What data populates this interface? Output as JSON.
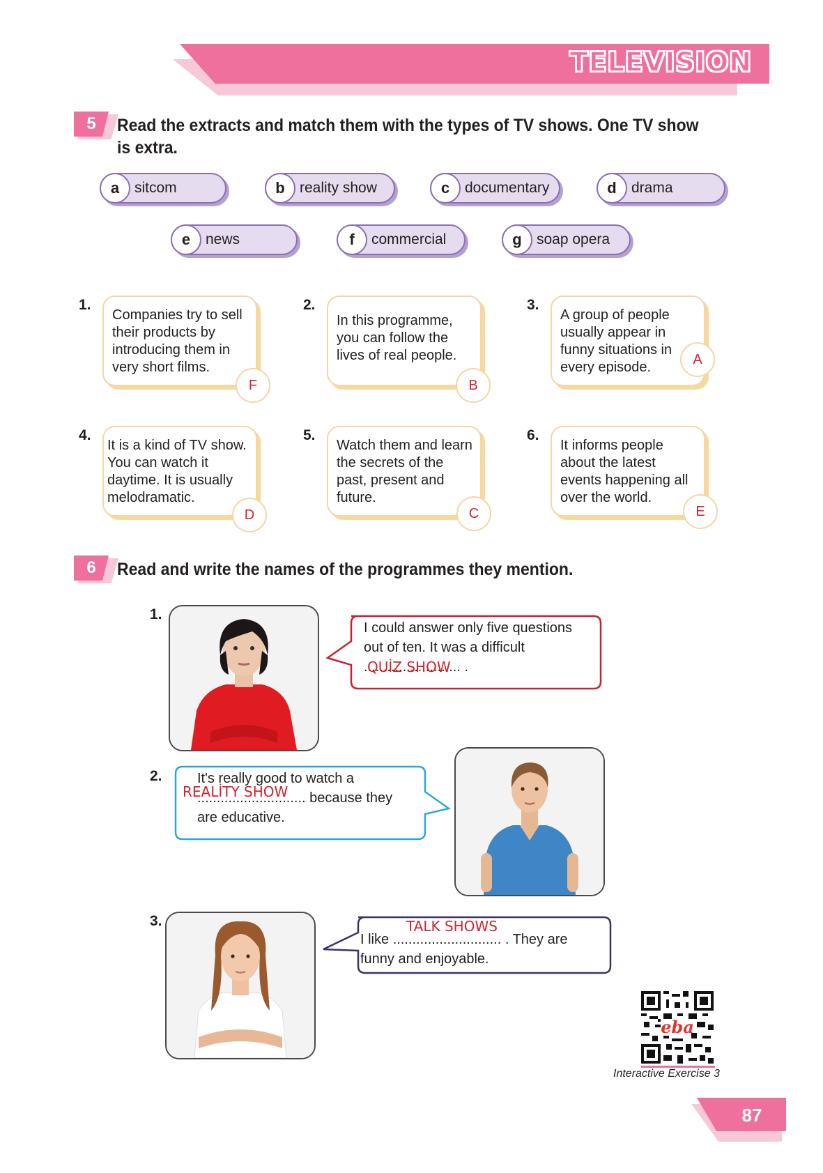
{
  "header": {
    "title": "TELEVISION"
  },
  "exercise5": {
    "number": "5",
    "instruction_line1": "Read the extracts and match them with the types of TV shows. One TV show",
    "instruction_line2": "is extra.",
    "options": [
      {
        "letter": "a",
        "label": "sitcom"
      },
      {
        "letter": "b",
        "label": "reality show"
      },
      {
        "letter": "c",
        "label": "documentary"
      },
      {
        "letter": "d",
        "label": "drama"
      },
      {
        "letter": "e",
        "label": "news"
      },
      {
        "letter": "f",
        "label": "commercial"
      },
      {
        "letter": "g",
        "label": "soap opera"
      }
    ],
    "extracts": [
      {
        "num": "1.",
        "text": "Companies try to sell their products by introducing them in very short films.",
        "answer": "F"
      },
      {
        "num": "2.",
        "text": "In this programme, you can follow the lives of real people.",
        "answer": "B"
      },
      {
        "num": "3.",
        "text": "A group of people usually appear in funny situations in every episode.",
        "answer": "A"
      },
      {
        "num": "4.",
        "text": "It is a kind of TV show. You can watch it daytime. It is usually melodramatic.",
        "answer": "D"
      },
      {
        "num": "5.",
        "text": "Watch them and learn the secrets of the past, present and future.",
        "answer": "C"
      },
      {
        "num": "6.",
        "text": "It informs people about the latest events happening all over the world.",
        "answer": "E"
      }
    ]
  },
  "exercise6": {
    "number": "6",
    "instruction": "Read and write the names of the programmes they mention.",
    "items": [
      {
        "num": "1.",
        "line1": "I could answer only five questions",
        "line2": "out of ten. It was a difficult",
        "blank": "......................... .",
        "answer": "QUİZ SHOW",
        "border_color": "#c8202f"
      },
      {
        "num": "2.",
        "line1": "It's really good to watch a",
        "blank": "............................",
        "after_blank": " because they",
        "line3": "are educative.",
        "answer": "REALİTY SHOW",
        "border_color": "#2aa7d9"
      },
      {
        "num": "3.",
        "before_blank": "I like ",
        "blank": "............................",
        "after_blank": " . They are",
        "line2": "funny and enjoyable.",
        "answer": "TALK SHOWS",
        "border_color": "#3b3463"
      }
    ]
  },
  "qr": {
    "caption": "Interactive Exercise 3",
    "logo_text": "eba"
  },
  "page_number": "87"
}
